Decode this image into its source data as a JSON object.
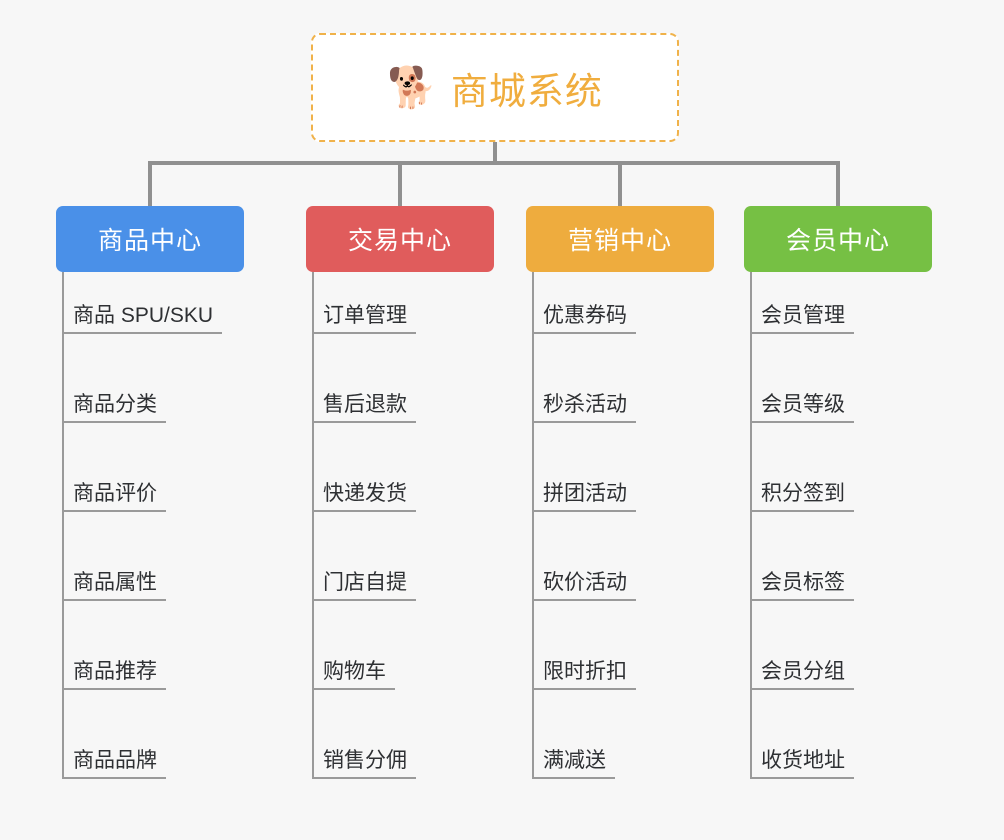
{
  "diagram": {
    "background_color": "#f7f7f7",
    "root": {
      "emoji": "🐕",
      "emoji_name": "shiba-dog-face-icon",
      "title": "商城系统",
      "text_color": "#f0ad3e",
      "border_color": "#f0b24a"
    },
    "connector_color": "#909090",
    "branches": [
      {
        "label": "商品中心",
        "color": "#4a90e8",
        "items": [
          "商品 SPU/SKU",
          "商品分类",
          "商品评价",
          "商品属性",
          "商品推荐",
          "商品品牌"
        ]
      },
      {
        "label": "交易中心",
        "color": "#e05c5c",
        "items": [
          "订单管理",
          "售后退款",
          "快递发货",
          "门店自提",
          "购物车",
          "销售分佣"
        ]
      },
      {
        "label": "营销中心",
        "color": "#eeac3e",
        "items": [
          "优惠券码",
          "秒杀活动",
          "拼团活动",
          "砍价活动",
          "限时折扣",
          "满减送"
        ]
      },
      {
        "label": "会员中心",
        "color": "#76c044",
        "items": [
          "会员管理",
          "会员等级",
          "积分签到",
          "会员标签",
          "会员分组",
          "收货地址"
        ]
      }
    ]
  }
}
